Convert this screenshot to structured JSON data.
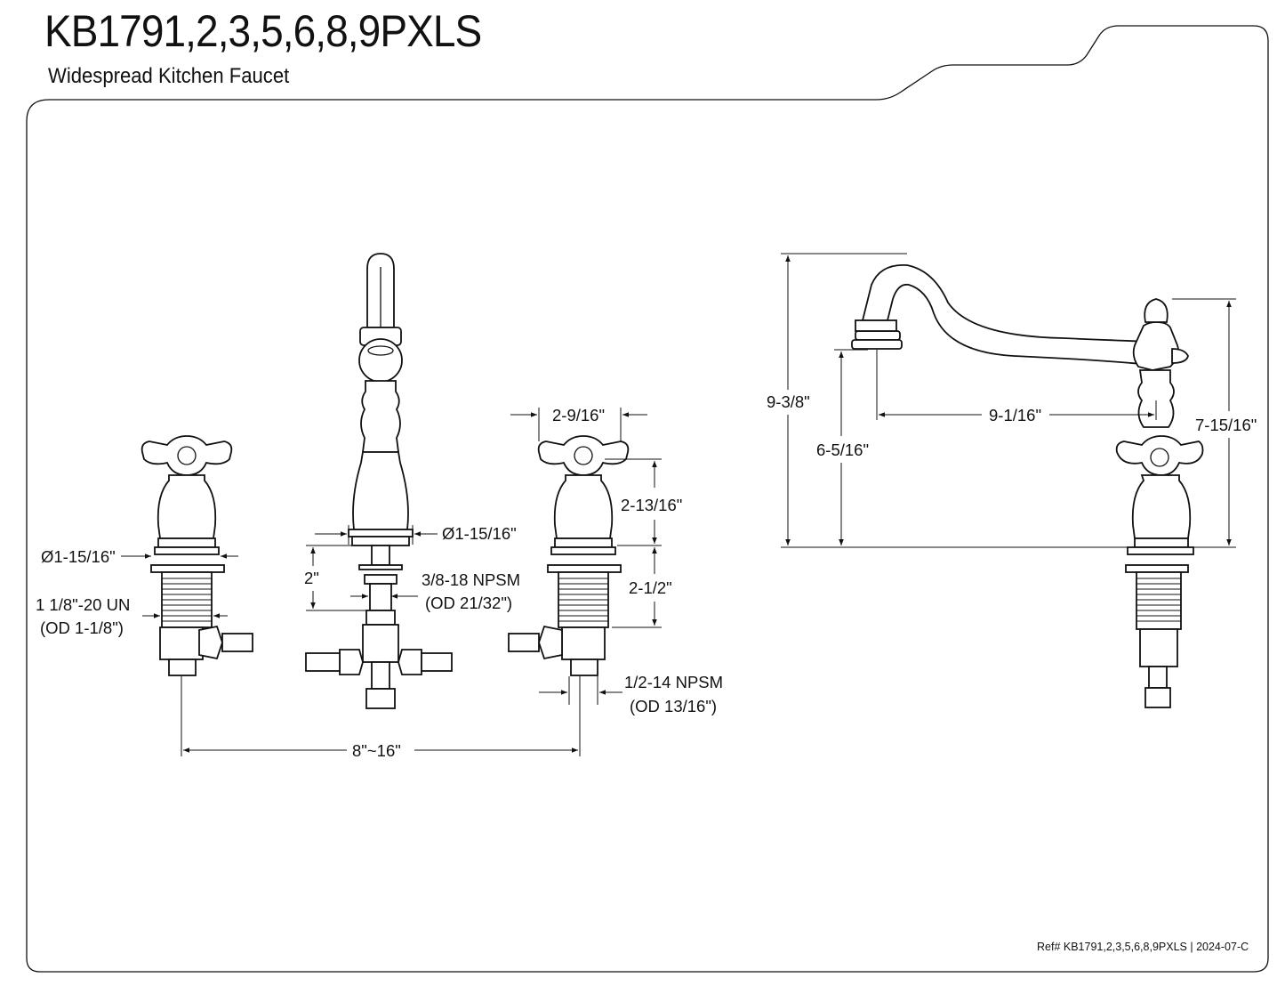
{
  "header": {
    "title": "KB1791,2,3,5,6,8,9PXLS",
    "subtitle": "Widespread Kitchen Faucet"
  },
  "dimensions": {
    "handle_width": "2-9/16\"",
    "handle_height": "2-13/16\"",
    "shank_length_right": "2-1/2\"",
    "spout_base_diameter": "Ø1-15/16\"",
    "handle_base_diameter": "Ø1-15/16\"",
    "spout_shank_length": "2\"",
    "spout_thread": "3/8-18 NPSM",
    "spout_thread_od": "(OD 21/32\")",
    "handle_thread": "1 1/8\"-20 UN",
    "handle_thread_od": "(OD 1-1/8\")",
    "outlet_thread": "1/2-14 NPSM",
    "outlet_thread_od": "(OD 13/16\")",
    "center_spread": "8\"~16\"",
    "overall_height": "9-3/8\"",
    "spout_clearance": "6-5/16\"",
    "spout_reach": "9-1/16\"",
    "handle_overall_height": "7-15/16\""
  },
  "footer": {
    "reference": "Ref# KB1791,2,3,5,6,8,9PXLS | 2024-07-C"
  }
}
